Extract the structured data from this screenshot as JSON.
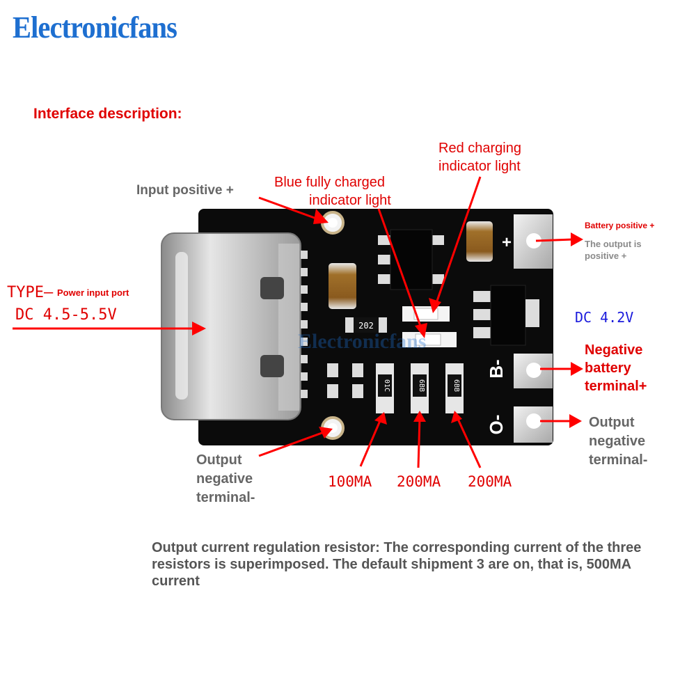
{
  "brand": "Electronicfans",
  "heading": "Interface description:",
  "labels": {
    "red_indicator": [
      "Red charging",
      "indicator light"
    ],
    "blue_indicator": [
      "Blue fully charged",
      "indicator light"
    ],
    "input_positive": "Input positive +",
    "type_prefix": "TYPE—",
    "power_input_port": "Power input port",
    "dc_input": "DC 4.5-5.5V",
    "battery_positive": "Battery positive +",
    "output_positive": [
      "The output is",
      "positive +"
    ],
    "dc_battery": "DC 4.2V",
    "negative_battery": [
      "Negative",
      "battery",
      "terminal+"
    ],
    "output_negative_right": [
      "Output",
      "negative",
      "terminal-"
    ],
    "output_negative_left": [
      "Output",
      "negative",
      "terminal-"
    ],
    "current_1": "100MA",
    "current_2": "200MA",
    "current_3": "200MA"
  },
  "pcb": {
    "silk_plus": "+",
    "silk_b_minus": "B-",
    "silk_o_minus": "O-",
    "resistor_202": "202",
    "resistor_01c": "01C",
    "resistor_6bb_1": "6BB",
    "resistor_6bb_2": "6BB",
    "watermark": "Electronicfans"
  },
  "footnote": "Output current regulation resistor: The corresponding current of the three resistors is superimposed. The default shipment 3 are on, that is, 500MA current",
  "colors": {
    "brand": "#1e6fd0",
    "label_red": "#e00000",
    "label_gray": "#666666",
    "label_blue": "#1a1adc",
    "pcb": "#0b0b0b"
  }
}
